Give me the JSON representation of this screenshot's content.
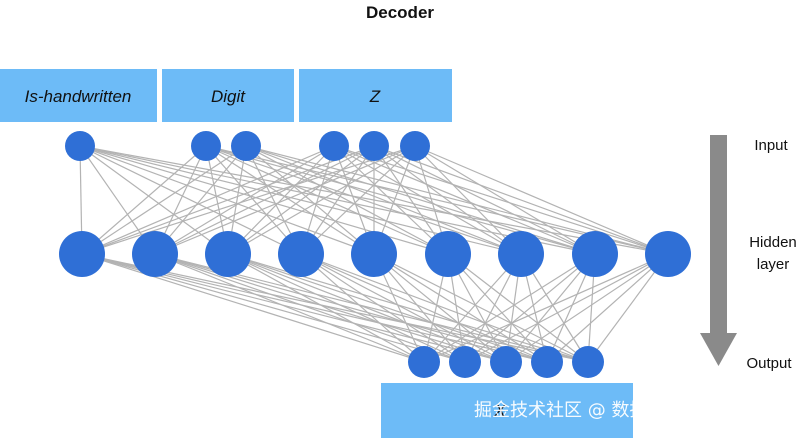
{
  "title": "Decoder",
  "colors": {
    "box_fill": "#6dbbf7",
    "node_fill": "#2f6fd6",
    "edge": "#b3b3b3",
    "arrow": "#8a8a8a"
  },
  "input_groups": [
    {
      "label": "Is-handwritten",
      "nodes": 1
    },
    {
      "label": "Digit",
      "nodes": 2
    },
    {
      "label": "Z",
      "nodes": 3
    }
  ],
  "layers": {
    "input_nodes": 6,
    "hidden_nodes": 9,
    "output_nodes": 5
  },
  "side_labels": {
    "input": "Input",
    "hidden_line1": "Hidden",
    "hidden_line2": "layer",
    "output": "Output"
  },
  "output_box_label": "X",
  "watermark": "掘金技术社区 @ 数据智能老司机",
  "icons": {
    "flow_arrow": "down-arrow-icon"
  }
}
